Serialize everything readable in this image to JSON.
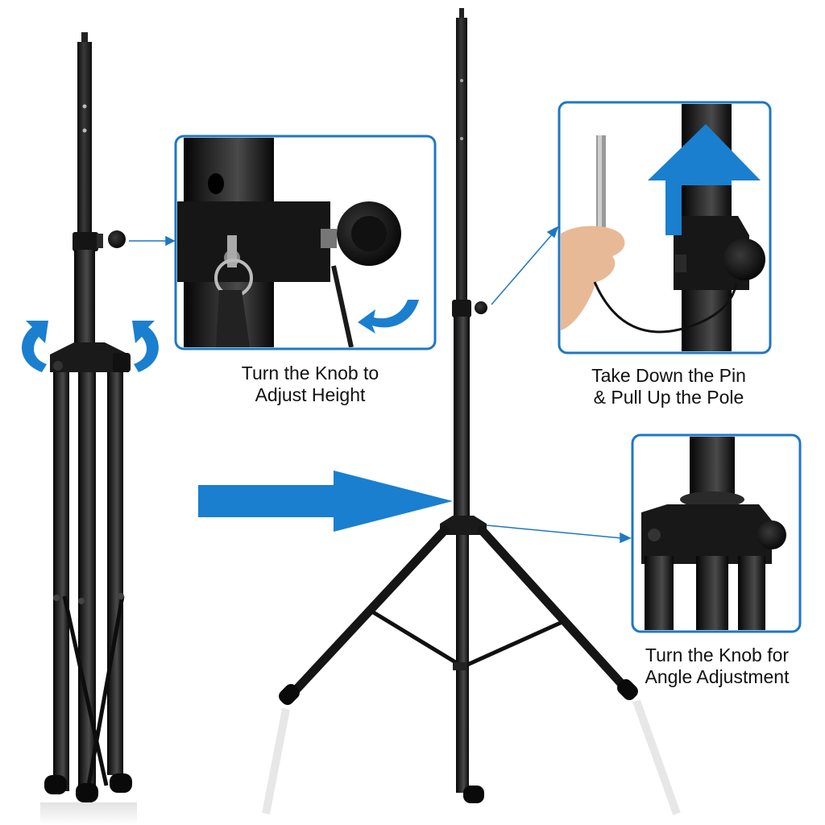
{
  "captions": {
    "knob_height": {
      "line1": "Turn the Knob to",
      "line2": "Adjust Height"
    },
    "pin_pole": {
      "line1": "Take Down the Pin",
      "line2": "& Pull Up the Pole"
    },
    "knob_angle": {
      "line1": "Turn the Knob for",
      "line2": "Angle Adjustment"
    }
  },
  "colors": {
    "accent_blue": "#1a7fcf",
    "frame_blue": "#1f77c4",
    "metal_black": "#1b1b1b",
    "background": "#ffffff"
  },
  "icons": [
    "rotate-arrow-icon",
    "big-right-arrow-icon",
    "up-arrow-icon",
    "leader-line"
  ]
}
